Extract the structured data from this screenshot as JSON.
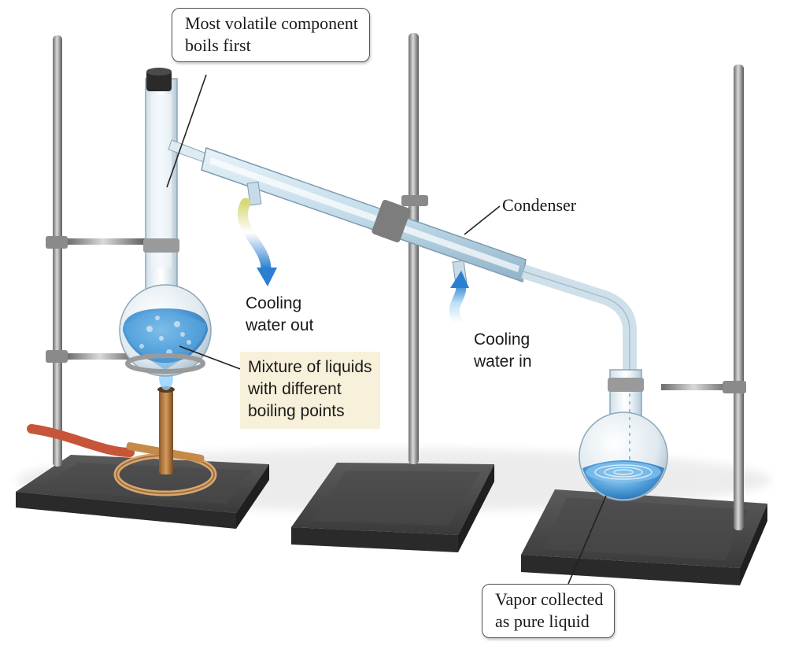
{
  "labels": {
    "volatile": {
      "line1": "Most volatile component",
      "line2": "boils first"
    },
    "condenser": "Condenser",
    "cooling_out": {
      "line1": "Cooling",
      "line2": "water out"
    },
    "cooling_in": {
      "line1": "Cooling",
      "line2": "water in"
    },
    "mixture": {
      "line1": "Mixture of liquids",
      "line2": "with different",
      "line3": "boiling points"
    },
    "vapor": {
      "line1": "Vapor collected",
      "line2": "as pure liquid"
    }
  },
  "colors": {
    "liquid": "#4a9ad8",
    "flow_arrow": "#2b7fd0",
    "hose": "#c7553a",
    "base": "#3c3c3c",
    "callout_shade": "#f7f0da"
  }
}
